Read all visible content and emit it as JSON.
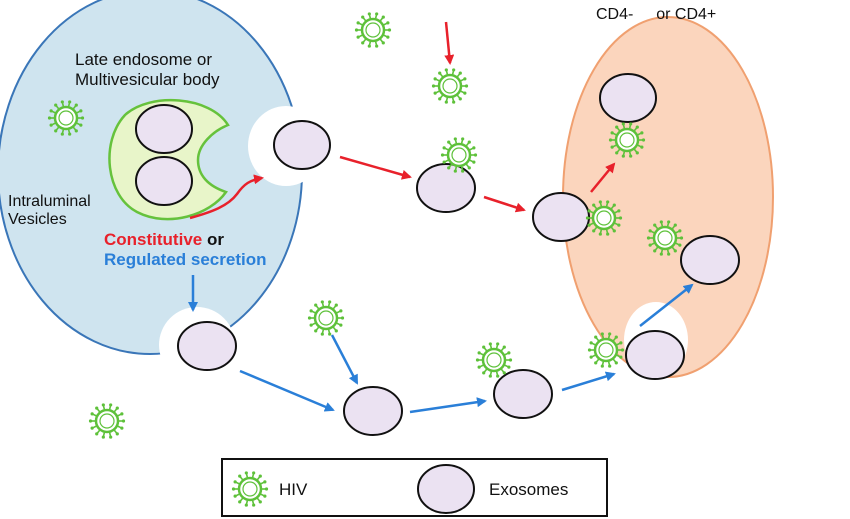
{
  "labels": {
    "late_endosome_line1": "Late endosome or",
    "late_endosome_line2": "Multivesicular body",
    "intraluminal_line1": "Intraluminal",
    "intraluminal_line2": "Vesicles",
    "constitutive": "Constitutive",
    "or": " or",
    "regulated": "Regulated secretion",
    "cd4_minus": "CD4-",
    "cd4_plus": "or CD4+"
  },
  "legend": {
    "hiv": "HIV",
    "exosomes": "Exosomes"
  },
  "colors": {
    "cell_fill": "#cfe4ef",
    "cell_stroke": "#3a76b8",
    "target_fill": "#fbd5bd",
    "target_stroke": "#f0a070",
    "mvb_fill": "#e8f5c9",
    "mvb_stroke": "#66c23c",
    "exosome_fill": "#ebe2f2",
    "hiv_stroke": "#5ec13a",
    "constitutive_arrow": "#e8212b",
    "regulated_arrow": "#2a7fd8"
  }
}
